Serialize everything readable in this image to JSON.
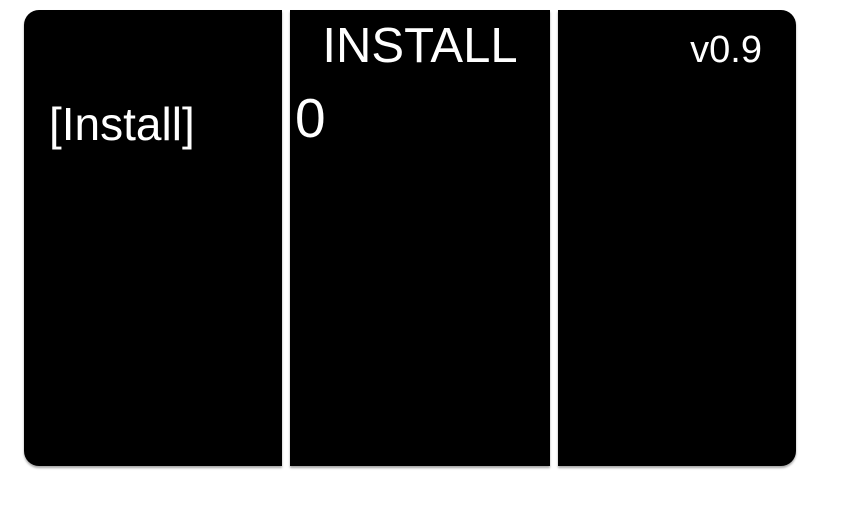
{
  "app": {
    "background_color": "#ffffff",
    "panel_color": "#000000",
    "text_color": "#ffffff"
  },
  "panels": {
    "install_button": {
      "label": "[Install]"
    },
    "install_status": {
      "title": "INSTALL",
      "count": "0"
    },
    "version": {
      "value": "v0.9"
    }
  }
}
